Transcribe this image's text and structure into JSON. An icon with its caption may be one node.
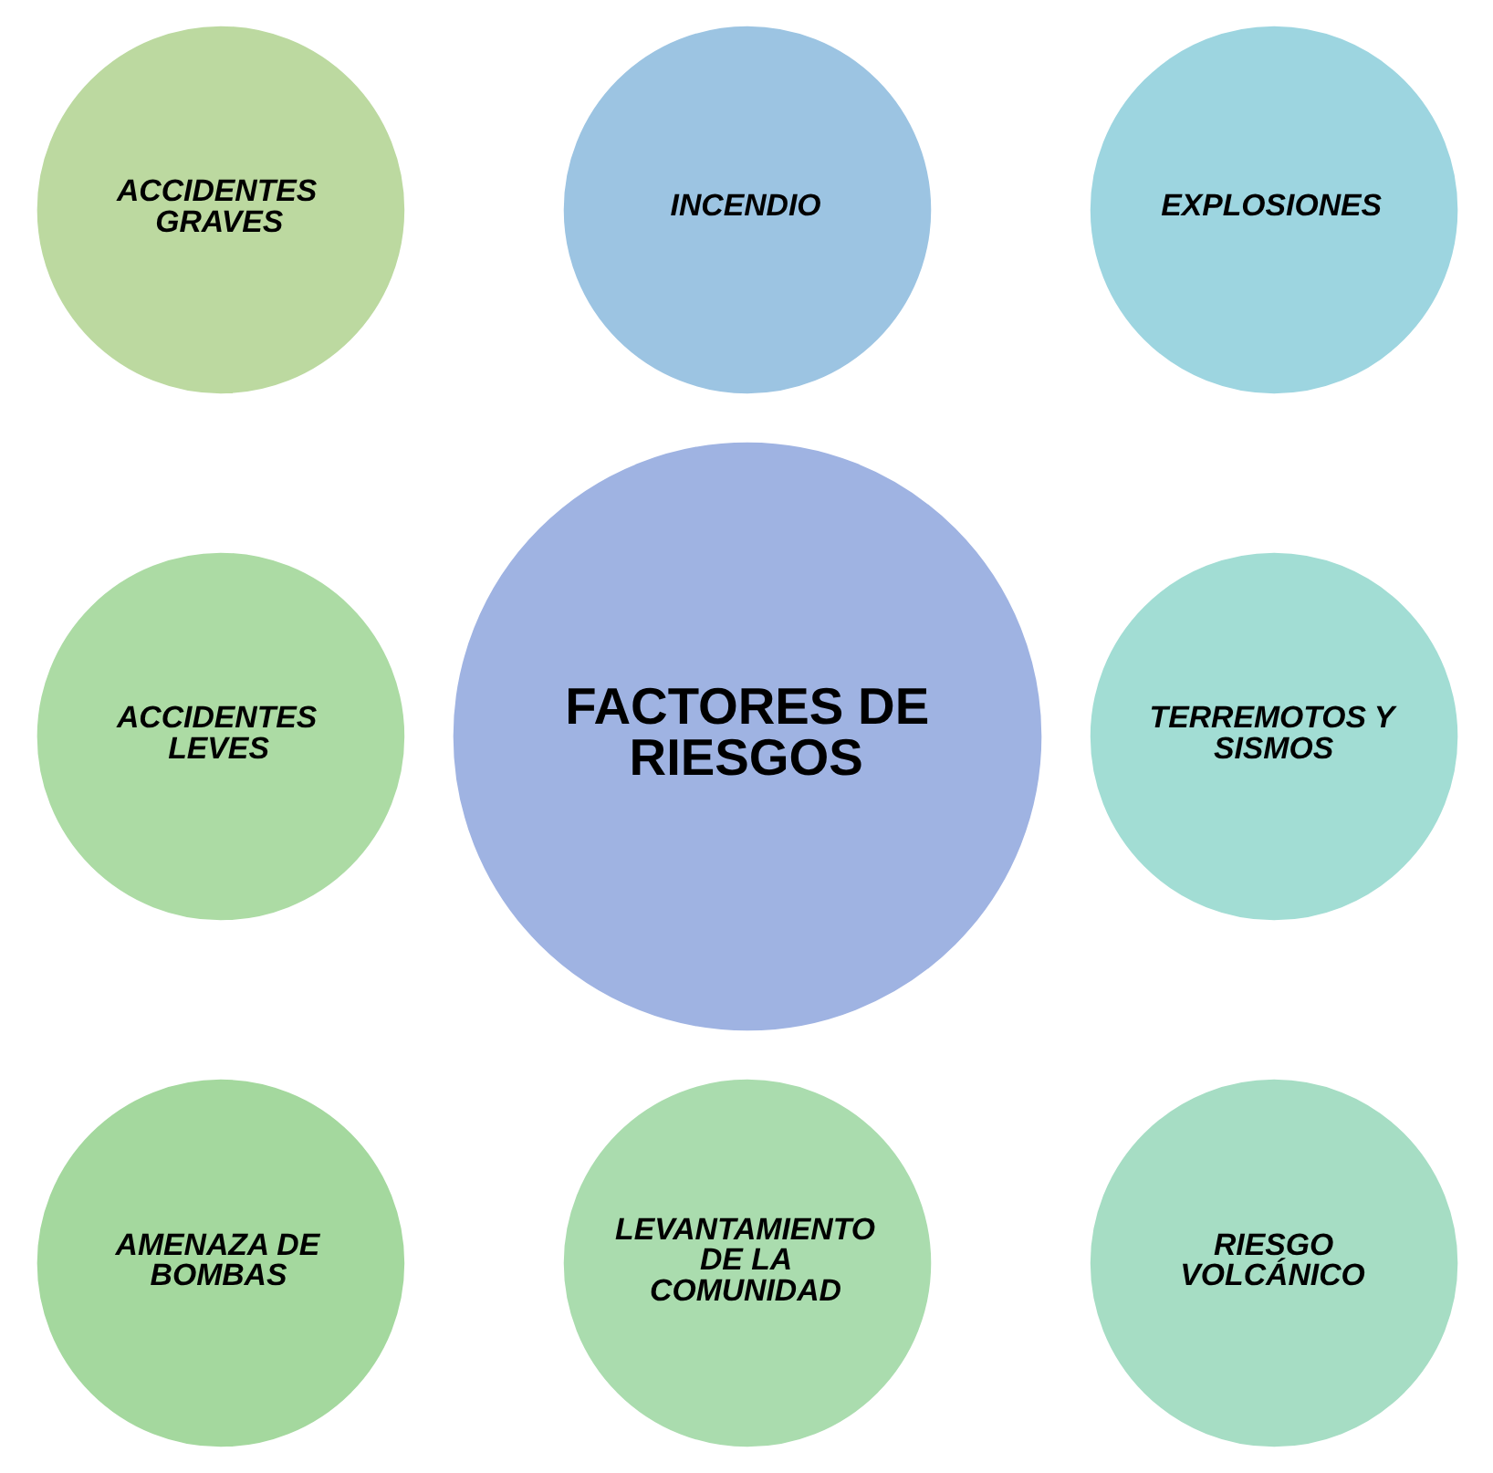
{
  "diagram": {
    "nodes": [
      {
        "text": [
          "FACTORES DE RIESGOS"
        ]
      },
      {
        "text": [
          "INCENDIO"
        ]
      },
      {
        "text": [
          "EXPLOSIONES"
        ]
      },
      {
        "text": [
          "ACCIDENTES GRAVES"
        ]
      },
      {
        "text": [
          "TERREMOTOS Y SISMOS"
        ]
      },
      {
        "text": [
          "ACCIDENTES LEVES"
        ]
      },
      {
        "text": [
          "RIESGO VOLCÁNICO"
        ]
      },
      {
        "text": [
          "AMENAZA DE BOMBAS"
        ]
      },
      {
        "text": [
          "LEVANTAMIENTO DE LA COMUNIDAD"
        ]
      }
    ]
  }
}
